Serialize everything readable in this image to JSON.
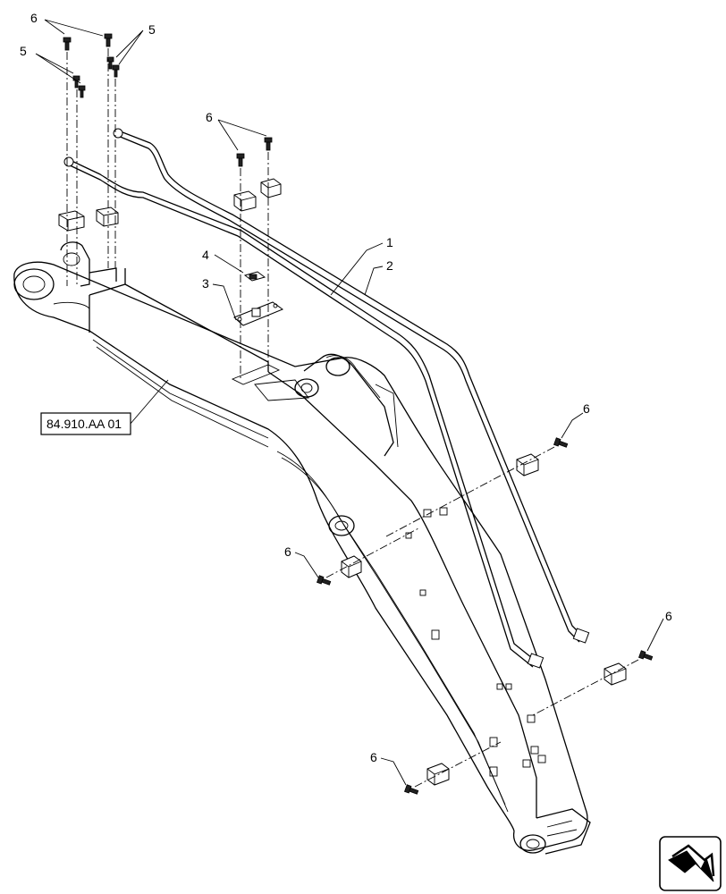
{
  "diagram": {
    "callouts": [
      {
        "id": "c-6-top",
        "text": "6"
      },
      {
        "id": "c-5-top",
        "text": "5"
      },
      {
        "id": "c-5-left",
        "text": "5"
      },
      {
        "id": "c-6-mid",
        "text": "6"
      },
      {
        "id": "c-1",
        "text": "1"
      },
      {
        "id": "c-2",
        "text": "2"
      },
      {
        "id": "c-4",
        "text": "4"
      },
      {
        "id": "c-3",
        "text": "3"
      },
      {
        "id": "c-6-right",
        "text": "6"
      },
      {
        "id": "c-6-left",
        "text": "6"
      },
      {
        "id": "c-6-far-right",
        "text": "6"
      },
      {
        "id": "c-6-bottom",
        "text": "6"
      }
    ],
    "reference": "84.910.AA 01",
    "nav_icon": "next-page-arrow-icon"
  }
}
